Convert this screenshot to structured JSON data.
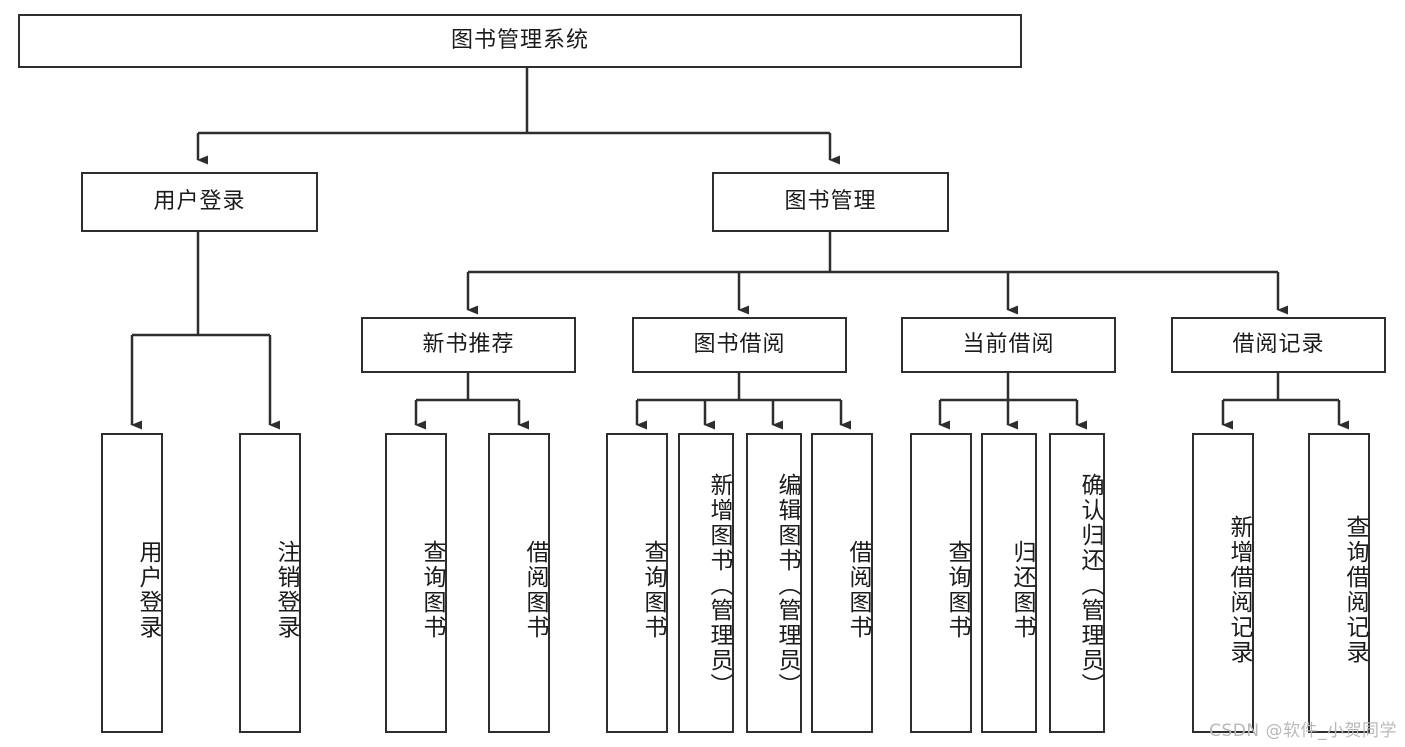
{
  "diagram": {
    "title": "图书管理系统",
    "type": "tree-hierarchy",
    "colors": {
      "stroke": "#2e2e2e",
      "fill": "#ffffff",
      "text": "#1b1b1b",
      "watermark": "#b9b9b9",
      "background": "#ffffff"
    },
    "nodes": {
      "root": {
        "label": "图书管理系统",
        "orientation": "horizontal"
      },
      "level2": [
        {
          "id": "user-login",
          "label": "用户登录",
          "orientation": "horizontal"
        },
        {
          "id": "book-management",
          "label": "图书管理",
          "orientation": "horizontal"
        }
      ],
      "level3": [
        {
          "id": "new-book-recommend",
          "label": "新书推荐",
          "orientation": "horizontal"
        },
        {
          "id": "book-borrow",
          "label": "图书借阅",
          "orientation": "horizontal"
        },
        {
          "id": "current-borrow",
          "label": "当前借阅",
          "orientation": "horizontal"
        },
        {
          "id": "borrow-record",
          "label": "借阅记录",
          "orientation": "horizontal"
        }
      ],
      "leaves": [
        {
          "id": "leaf-user-login",
          "label": "用户登录",
          "parent": "user-login",
          "orientation": "vertical"
        },
        {
          "id": "leaf-logout-login",
          "label": "注销登录",
          "parent": "user-login",
          "orientation": "vertical"
        },
        {
          "id": "leaf-query-book-1",
          "label": "查询图书",
          "parent": "new-book-recommend",
          "orientation": "vertical"
        },
        {
          "id": "leaf-borrow-book-1",
          "label": "借阅图书",
          "parent": "new-book-recommend",
          "orientation": "vertical"
        },
        {
          "id": "leaf-query-book-2",
          "label": "查询图书",
          "parent": "book-borrow",
          "orientation": "vertical"
        },
        {
          "id": "leaf-add-book",
          "label": "新增图书（管理员）",
          "parent": "book-borrow",
          "orientation": "vertical"
        },
        {
          "id": "leaf-edit-book",
          "label": "编辑图书（管理员）",
          "parent": "book-borrow",
          "orientation": "vertical"
        },
        {
          "id": "leaf-borrow-book-2",
          "label": "借阅图书",
          "parent": "book-borrow",
          "orientation": "vertical"
        },
        {
          "id": "leaf-query-book-3",
          "label": "查询图书",
          "parent": "current-borrow",
          "orientation": "vertical"
        },
        {
          "id": "leaf-return-book",
          "label": "归还图书",
          "parent": "current-borrow",
          "orientation": "vertical"
        },
        {
          "id": "leaf-confirm-return",
          "label": "确认归还（管理员）",
          "parent": "current-borrow",
          "orientation": "vertical"
        },
        {
          "id": "leaf-add-borrow-record",
          "label": "新增借阅记录",
          "parent": "borrow-record",
          "orientation": "vertical"
        },
        {
          "id": "leaf-query-borrow-record",
          "label": "查询借阅记录",
          "parent": "borrow-record",
          "orientation": "vertical"
        }
      ]
    },
    "watermark": "CSDN @软件_小贺同学"
  }
}
